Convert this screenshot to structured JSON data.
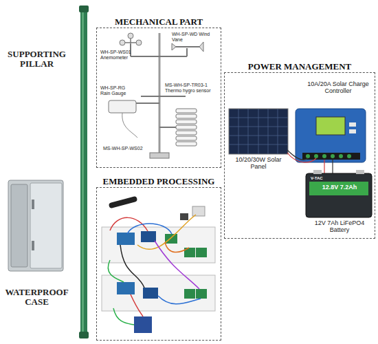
{
  "diagram": {
    "nodes": [
      {
        "text": [
          "MECHANICAL PART"
        ]
      },
      {
        "text": [
          "EMBEDDED PROCESSING"
        ]
      },
      {
        "text": [
          "POWER MANAGEMENT"
        ]
      }
    ],
    "labels": [
      "SUPPORTING PILLAR",
      "WATERPROOF CASE",
      "WH-SP-WS01 Anemometer",
      "WH-SP-WD Wind Vane",
      "WH-SP-RG Rain Gauge",
      "MS-WH-SP-TR03-1 Thermo hygro sensor",
      "MS-WH-SP-WS02",
      "10A/20A Solar Charge Controller",
      "10/20/30W Solar Panel",
      "12V 7Ah LiFePO4 Battery",
      "V-TAC",
      "12.8V 7.2Ah"
    ]
  }
}
